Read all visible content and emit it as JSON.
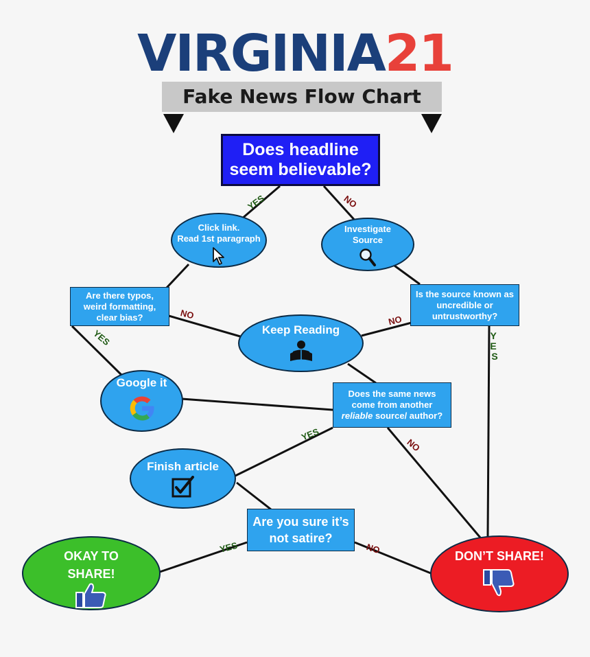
{
  "logo": {
    "brand": "VIRGINIA",
    "number": "21"
  },
  "title": "Fake News Flow Chart",
  "nodes": {
    "headline": {
      "line1": "Does headline",
      "line2": "seem believable?"
    },
    "click_link": {
      "line1": "Click link.",
      "line2": "Read 1st  paragraph"
    },
    "investigate": {
      "line1": "Investigate",
      "line2": "Source"
    },
    "typos": {
      "line1": "Are there typos,",
      "line2": "weird formatting,",
      "line3": "clear bias?"
    },
    "source_known": {
      "line1": "Is the source known as",
      "line2": "uncredible or",
      "line3": "untrustworthy?"
    },
    "keep_reading": {
      "label": "Keep Reading"
    },
    "google": {
      "label": "Google it"
    },
    "same_news": {
      "line1": "Does the same news",
      "line2": "come from another",
      "line3_em": "reliable",
      "line3_rest": " source/ author?"
    },
    "finish": {
      "label": "Finish article"
    },
    "satire": {
      "line1": "Are you sure it’s",
      "line2": "not satire?"
    },
    "okay": {
      "line1": "OKAY TO",
      "line2": "SHARE!"
    },
    "dont": {
      "label": "DON’T SHARE!"
    }
  },
  "edge_labels": {
    "yes": "YES",
    "no": "NO"
  },
  "colors": {
    "node_blue": "#2fa3ee",
    "headline_blue": "#1f1ff5",
    "okay_green": "#3cbf2a",
    "dont_red": "#ec1c24",
    "yes_label": "#1f5a14",
    "no_label": "#7a0f0f"
  },
  "icons": [
    "cursor-icon",
    "magnifier-icon",
    "reader-icon",
    "google-g-icon",
    "checkbox-icon",
    "thumbs-up-icon",
    "thumbs-down-icon"
  ]
}
